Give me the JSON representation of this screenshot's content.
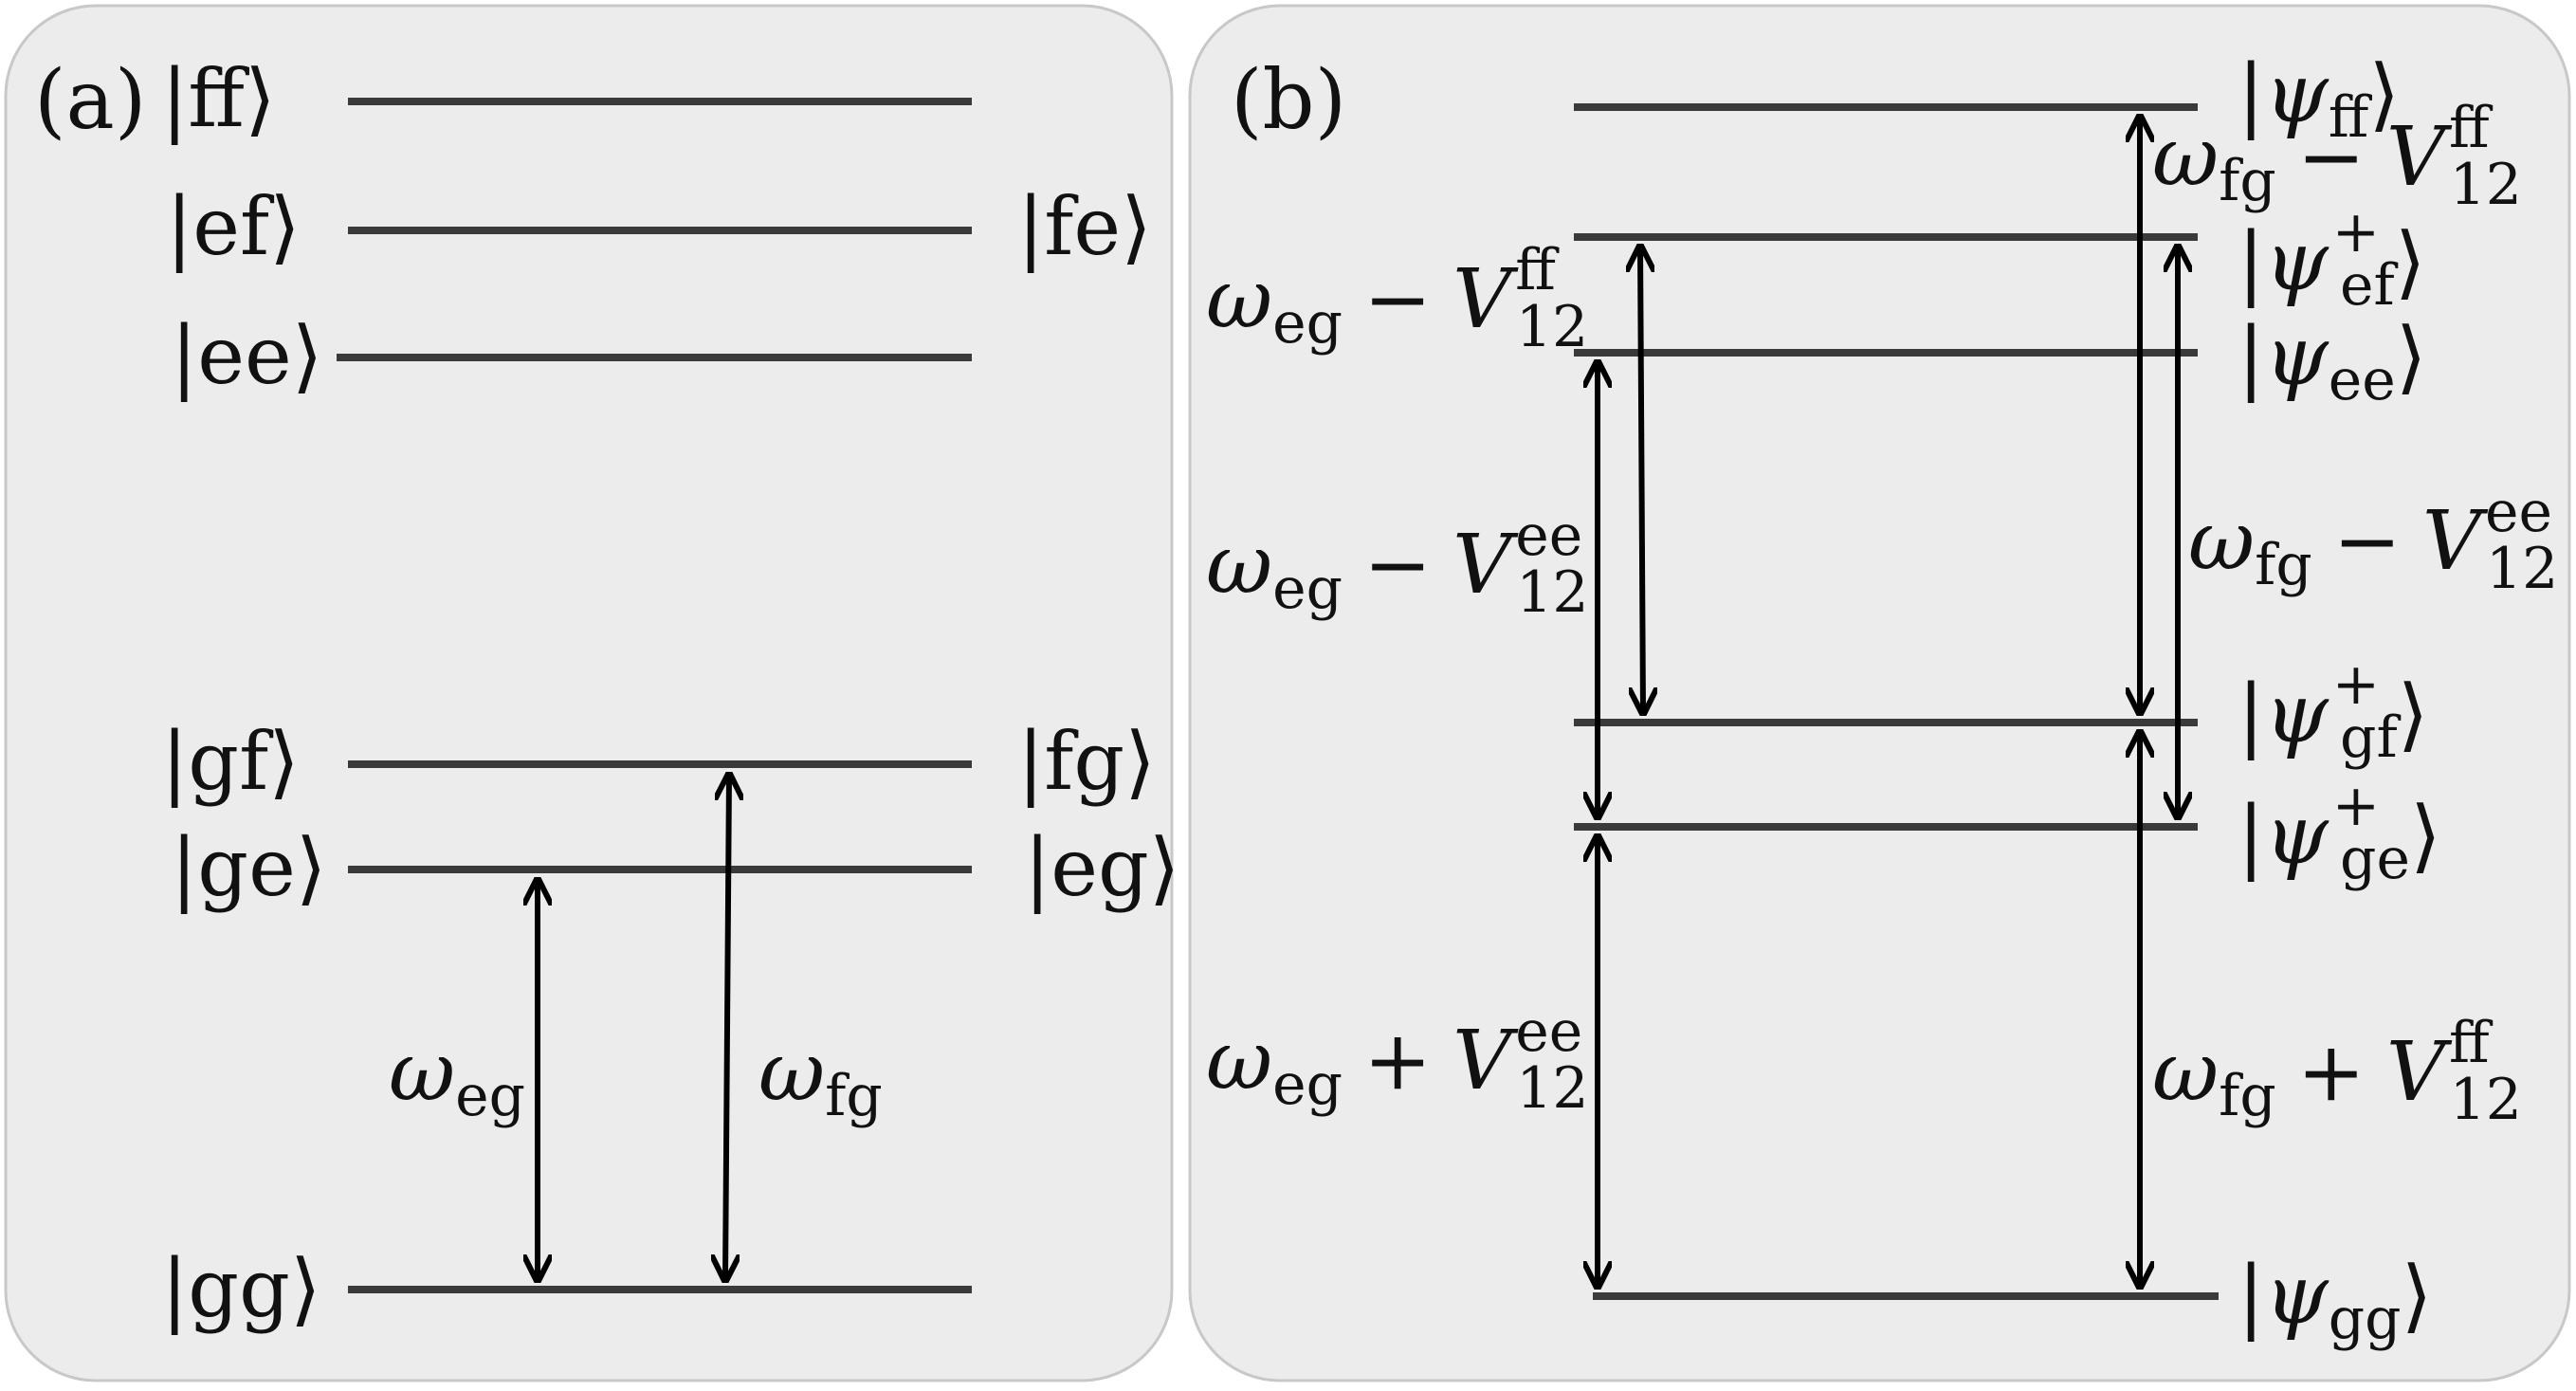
{
  "panel_a": {
    "label": "(a)",
    "levels": [
      {
        "left_label": "|ff⟩",
        "right_label": ""
      },
      {
        "left_label": "|ef⟩",
        "right_label": "|fe⟩"
      },
      {
        "left_label": "|ee⟩",
        "right_label": ""
      },
      {
        "left_label": "|gf⟩",
        "right_label": "|fg⟩"
      },
      {
        "left_label": "|ge⟩",
        "right_label": "|eg⟩"
      },
      {
        "left_label": "|gg⟩",
        "right_label": ""
      }
    ],
    "arrows": [
      {
        "symbol": "ω",
        "sub": "eg"
      },
      {
        "symbol": "ω",
        "sub": "fg"
      }
    ]
  },
  "panel_b": {
    "label": "(b)",
    "states": [
      {
        "psi": "ψ",
        "sub": "ff",
        "sup": ""
      },
      {
        "psi": "ψ",
        "sub": "ef",
        "sup": "+"
      },
      {
        "psi": "ψ",
        "sub": "ee",
        "sup": ""
      },
      {
        "psi": "ψ",
        "sub": "gf",
        "sup": "+"
      },
      {
        "psi": "ψ",
        "sub": "ge",
        "sup": "+"
      },
      {
        "psi": "ψ",
        "sub": "gg",
        "sup": ""
      }
    ],
    "transitions": [
      {
        "w": "ω",
        "w_sub": "eg",
        "op": "−",
        "V": "V",
        "V_sub": "12",
        "V_sup": "ff"
      },
      {
        "w": "ω",
        "w_sub": "eg",
        "op": "−",
        "V": "V",
        "V_sub": "12",
        "V_sup": "ee"
      },
      {
        "w": "ω",
        "w_sub": "eg",
        "op": "+",
        "V": "V",
        "V_sub": "12",
        "V_sup": "ee"
      },
      {
        "w": "ω",
        "w_sub": "fg",
        "op": "−",
        "V": "V",
        "V_sub": "12",
        "V_sup": "ff"
      },
      {
        "w": "ω",
        "w_sub": "fg",
        "op": "−",
        "V": "V",
        "V_sub": "12",
        "V_sup": "ee"
      },
      {
        "w": "ω",
        "w_sub": "fg",
        "op": "+",
        "V": "V",
        "V_sub": "12",
        "V_sup": "ff"
      }
    ]
  }
}
